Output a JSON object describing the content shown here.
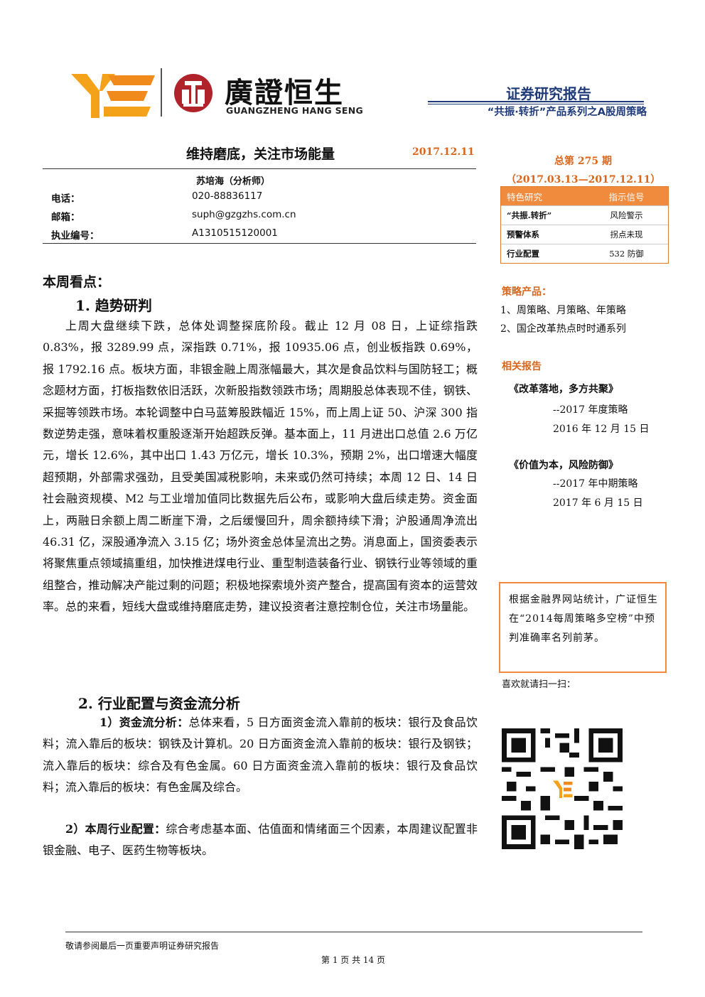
{
  "header": {
    "brand_cn": "廣證恒生",
    "brand_en": "GUANGZHENG HANG SENG",
    "report_type": "证券研究报告",
    "series": "“共振·转折”产品系列之A股周策略"
  },
  "title": {
    "text": "维持磨底，关注市场能量",
    "date": "2017.12.11",
    "issue": "总第 275 期",
    "period": "（2017.03.13—2017.12.11）"
  },
  "contact": {
    "analyst": "苏培海（分析师）",
    "rows": [
      {
        "label": "电话：",
        "value": "020-88836117"
      },
      {
        "label": "邮箱：",
        "value": "suph@gzgzhs.com.cn"
      },
      {
        "label": "执业编号：",
        "value": "A1310515120001"
      }
    ]
  },
  "signal_table": {
    "headers": [
      "特色研究",
      "指示信号"
    ],
    "rows": [
      [
        "“共振.转折”",
        "风险警示"
      ],
      [
        "预警体系",
        "拐点未现"
      ],
      [
        "行业配置",
        "532 防御"
      ]
    ]
  },
  "sidebar": {
    "products_heading": "策略产品：",
    "products": [
      "1、周策略、月策略、年策略",
      "2、国企改革热点时时通系列"
    ],
    "related_heading": "相关报告",
    "related": [
      {
        "title": "《改革落地，多方共聚》",
        "sub": "--2017 年度策略",
        "date": "2016 年 12 月 15 日"
      },
      {
        "title": "《价值为本，风险防御》",
        "sub": "--2017 年中期策略",
        "date": "2017 年 6 月 15 日"
      }
    ],
    "note": "根据金融界网站统计，广证恒生在“2014每周策略多空榜”中预判准确率名列前茅。",
    "scan": "喜欢就请扫一扫："
  },
  "body": {
    "heading": "本周看点：",
    "sec1_title": "1. 趋势研判",
    "sec1_text": "上周大盘继续下跌，总体处调整探底阶段。截止 12 月 08 日，上证综指跌 0.83%，报 3289.99 点，深指跌 0.71%，报 10935.06 点，创业板指跌 0.69%，报 1792.16 点。板块方面，非银金融上周涨幅最大，其次是食品饮料与国防轻工；概念题材方面，打板指数依旧活跃，次新股指数领跌市场；周期股总体表现不佳，钢铁、采掘等领跌市场。本轮调整中白马蓝筹股跌幅近 15%，而上周上证 50、沪深 300 指数逆势走强，意味着权重股逐渐开始超跌反弹。基本面上，11 月进出口总值 2.6 万亿元，增长 12.6%，其中出口 1.43 万亿元，增长 10.3%，预期 2%，出口增速大幅度超预期，外部需求强劲，且受美国减税影响，未来或仍然可持续；本周 12 日、14 日社会融资规模、M2 与工业增加值同比数据先后公布，或影响大盘后续走势。资金面上，两融日余额上周二断崖下滑，之后缓慢回升，周余额持续下滑；沪股通周净流出 46.31 亿，深股通净流入 3.15 亿；场外资金总体呈流出之势。消息面上，国资委表示将聚焦重点领域搞重组，加快推进煤电行业、重型制造装备行业、钢铁行业等领域的重组整合，推动解决产能过剩的问题；积极地探索境外资产整合，提高国有资本的运营效率。总的来看，短线大盘或维持磨底走势，建议投资者注意控制仓位，关注市场量能。",
    "sec2_title": "2. 行业配置与资金流分析",
    "sec2_p1_label": "1）资金流分析：",
    "sec2_p1_text": "总体来看，5 日方面资金流入靠前的板块：银行及食品饮料；流入靠后的板块：钢铁及计算机。20 日方面资金流入靠前的板块：银行及钢铁；流入靠后的板块：综合及有色金属。60 日方面资金流入靠前的板块：银行及食品饮料；流入靠后的板块：有色金属及综合。",
    "sec2_p2_label": "2）本周行业配置：",
    "sec2_p2_text": "综合考虑基本面、估值面和情绪面三个因素，本周建议配置非银金融、电子、医药生物等板块。"
  },
  "footer": {
    "disclaimer": "敬请参阅最后一页重要声明证券研究报告",
    "page": "第 1 页 共 14 页"
  },
  "colors": {
    "accent_orange": "#f08a3c",
    "title_blue": "#1f3b7a",
    "brand_red": "#b0232a",
    "logo_yellow": "#f5a21b"
  }
}
